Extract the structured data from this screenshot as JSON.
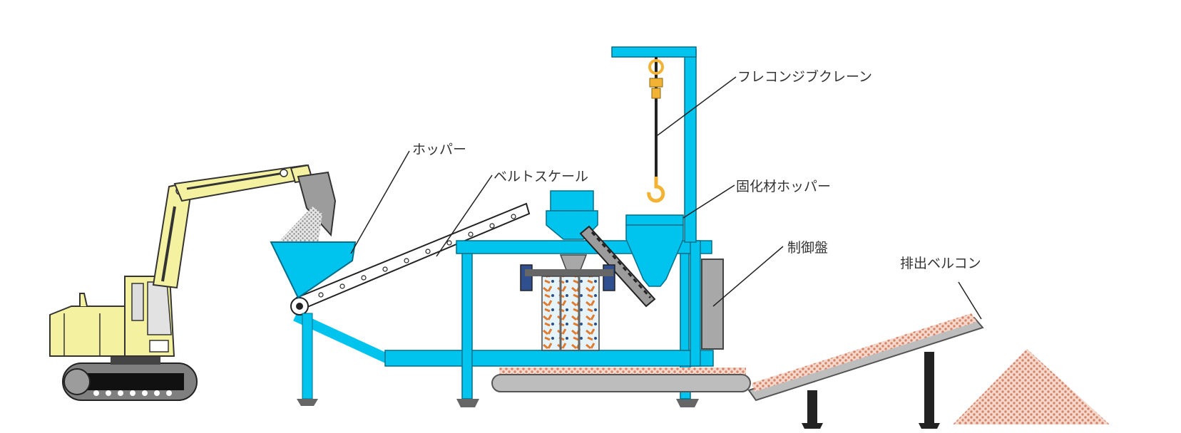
{
  "labels": {
    "jib_crane": "フレコンジブクレーン",
    "hopper": "ホッパー",
    "belt_scale": "ベルトスケール",
    "solidifier_hopper": "固化材ホッパー",
    "control_panel": "制御盤",
    "discharge_conveyor": "排出ベルコン"
  },
  "colors": {
    "frame": "#00C4EE",
    "frame_stroke": "#006E8A",
    "excavator": "#F4F2A0",
    "hook": "#F2B233",
    "steel_grey": "#BDBDBD",
    "soil": "#E4A890"
  }
}
